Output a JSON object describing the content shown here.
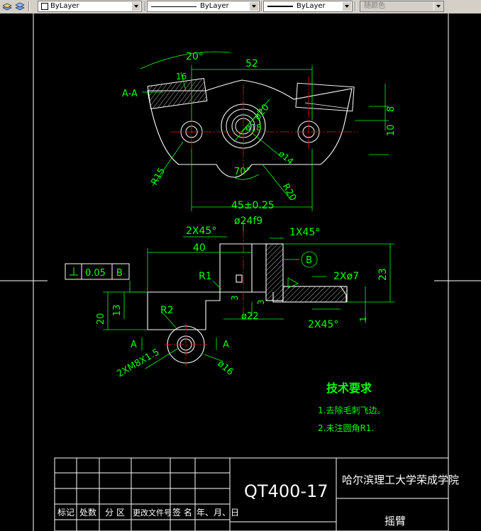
{
  "toolbar": {
    "layer_combo": "ByLayer",
    "linetype_combo": "ByLayer",
    "lineweight_combo": "ByLayer",
    "plotstyle_combo": "随颜色"
  },
  "drawing": {
    "dims": {
      "angle_top": "20°",
      "len_52": "52",
      "section_label": "A-A",
      "dim_16": "16",
      "dim_8": "8",
      "dim_10": "10",
      "dia_20": "ø20",
      "dia_18": "ø18",
      "dia_14": "ø14",
      "r15": "R15",
      "r20": "R20",
      "angle_70": "70°",
      "len_45": "45±0.25",
      "dia_24f9": "ø24f9",
      "chamfer_2x45": "2X45°",
      "chamfer_1x45": "1X45°",
      "len_40": "40",
      "datum_b": "B",
      "holes_2x7": "2Xø7",
      "dim_23": "23",
      "r1": "R1",
      "tol_flat": "0.05",
      "tol_ref": "B",
      "dim_3_a": "3",
      "dim_3_b": "3",
      "dia_22": "ø22",
      "chamfer_2x45_b": "2X45°",
      "dim_1": "1",
      "dim_13": "13",
      "dim_20": "20",
      "r2": "R2",
      "a_left": "A",
      "a_right": "A",
      "thread": "2XM8X1.5",
      "dia_16": "ø16"
    },
    "notes": {
      "heading": "技术要求",
      "line1": "1.去除毛刺飞边。",
      "line2": "2.未注圆角R1."
    },
    "title_block": {
      "part_code": "QT400-17",
      "school": "哈尔滨理工大学荣成学院",
      "part_name": "摇臂",
      "col_mark": "标记",
      "col_count": "处数",
      "col_zone": "分 区",
      "col_docno": "更改文件号",
      "col_sign": "签 名",
      "col_date": "年、月、日"
    }
  },
  "colors": {
    "drawing_bg": "#000000",
    "geometry": "#ffffff",
    "dimension": "#00ff00",
    "centerline": "#ff0000",
    "notes": "#00ff00"
  }
}
